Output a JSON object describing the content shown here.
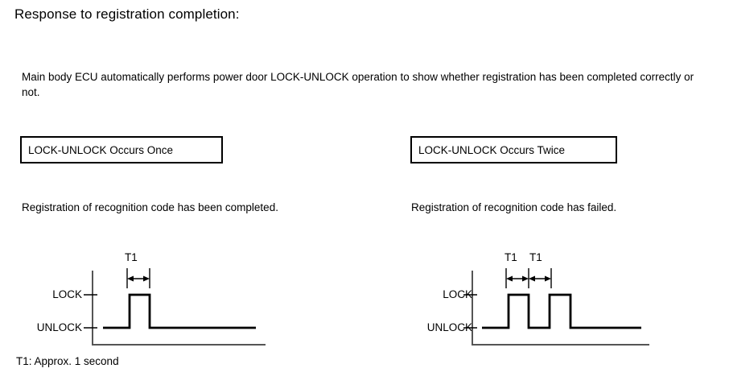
{
  "page": {
    "title": "Response to registration completion:",
    "intro": "Main body ECU automatically performs power door LOCK-UNLOCK operation to show whether registration has been completed correctly or not.",
    "footnote": "T1: Approx. 1 second",
    "line_color": "#000000",
    "background_color": "#ffffff"
  },
  "panels": [
    {
      "box_label": "LOCK-UNLOCK Occurs Once",
      "description": "Registration of recognition code has been completed.",
      "axis": {
        "high_label": "LOCK",
        "low_label": "UNLOCK"
      },
      "timing_marks": [
        "T1"
      ],
      "pulse_count": 1
    },
    {
      "box_label": "LOCK-UNLOCK Occurs Twice",
      "description": "Registration of recognition code has failed.",
      "axis": {
        "high_label": "LOCK",
        "low_label": "UNLOCK"
      },
      "timing_marks": [
        "T1",
        "T1"
      ],
      "pulse_count": 2
    }
  ],
  "chart_data": {
    "type": "line",
    "title": "LOCK-UNLOCK signal timing waveforms",
    "xlabel": "",
    "ylabel": "",
    "levels": {
      "LOCK": 1,
      "UNLOCK": 0
    },
    "series": [
      {
        "name": "LOCK-UNLOCK Occurs Once",
        "annotation": "T1",
        "x": [
          0,
          1,
          1,
          2,
          2,
          6
        ],
        "values": [
          0,
          0,
          1,
          1,
          0,
          0
        ]
      },
      {
        "name": "LOCK-UNLOCK Occurs Twice",
        "annotation": "T1 T1",
        "x": [
          0,
          1,
          1,
          2,
          2,
          3,
          3,
          4,
          4,
          7
        ],
        "values": [
          0,
          0,
          1,
          1,
          0,
          0,
          1,
          1,
          0,
          0
        ]
      }
    ]
  }
}
